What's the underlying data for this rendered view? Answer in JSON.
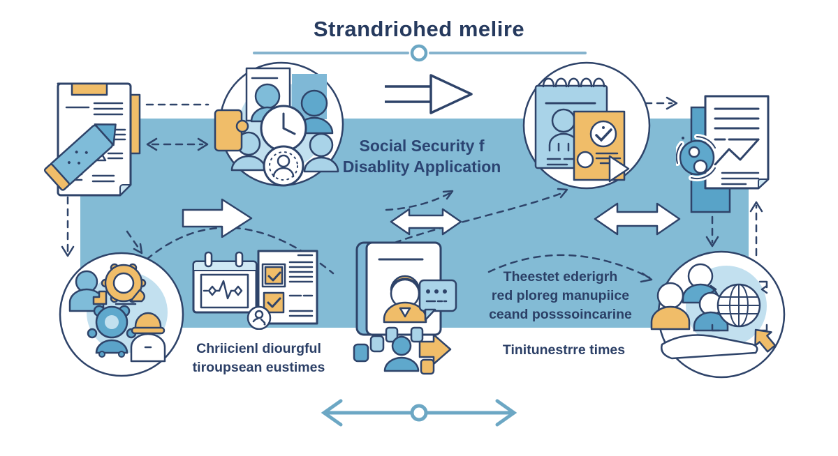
{
  "title": "Strandriohed melire",
  "center_label": {
    "line1": "Social Security f",
    "line2": "Disablity Application"
  },
  "captions": {
    "right_mid_line1": "Theestet ederigrh",
    "right_mid_line2": "red ploreg manupiice",
    "right_mid_line3": "ceand posssoincarine",
    "bottom_left_line1": "Chriicienl diourgful",
    "bottom_left_line2": "tiroupsean eustimes",
    "bottom_right": "Tinitunestrre times"
  },
  "icons": {
    "top_left": "document-pencil-icon",
    "top_center": "team-clock-icon",
    "top_arrow": "outline-arrow-right-icon",
    "top_right": "profile-approved-doc-icon",
    "far_right": "report-sync-icon",
    "bottom_left": "people-gear-group-icon",
    "bottom_mid_left": "health-checklist-icon",
    "bottom_center": "profile-book-chat-icon",
    "bottom_right": "team-globe-icon"
  },
  "colors": {
    "band": "#83bbd5",
    "navy": "#2e4369",
    "title_navy": "#263a5e",
    "yellow": "#f0bd69",
    "light_blue": "#a9d3e8",
    "mid_blue": "#5fa8cc",
    "pale_blue": "#c2e0ef",
    "arrow_blue": "#6ca7c4"
  }
}
